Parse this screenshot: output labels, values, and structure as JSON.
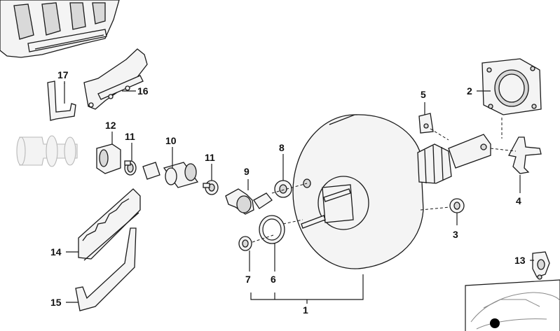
{
  "diagram": {
    "labels": [
      {
        "id": "lbl-1",
        "text": "1"
      },
      {
        "id": "lbl-2",
        "text": "2"
      },
      {
        "id": "lbl-3",
        "text": "3"
      },
      {
        "id": "lbl-4",
        "text": "4"
      },
      {
        "id": "lbl-5",
        "text": "5"
      },
      {
        "id": "lbl-6",
        "text": "6"
      },
      {
        "id": "lbl-7",
        "text": "7"
      },
      {
        "id": "lbl-8",
        "text": "8"
      },
      {
        "id": "lbl-9",
        "text": "9"
      },
      {
        "id": "lbl-10",
        "text": "10"
      },
      {
        "id": "lbl-11a",
        "text": "11"
      },
      {
        "id": "lbl-11b",
        "text": "11"
      },
      {
        "id": "lbl-12",
        "text": "12"
      },
      {
        "id": "lbl-13",
        "text": "13"
      },
      {
        "id": "lbl-14",
        "text": "14"
      },
      {
        "id": "lbl-15",
        "text": "15"
      },
      {
        "id": "lbl-16",
        "text": "16"
      },
      {
        "id": "lbl-17",
        "text": "17"
      }
    ]
  }
}
